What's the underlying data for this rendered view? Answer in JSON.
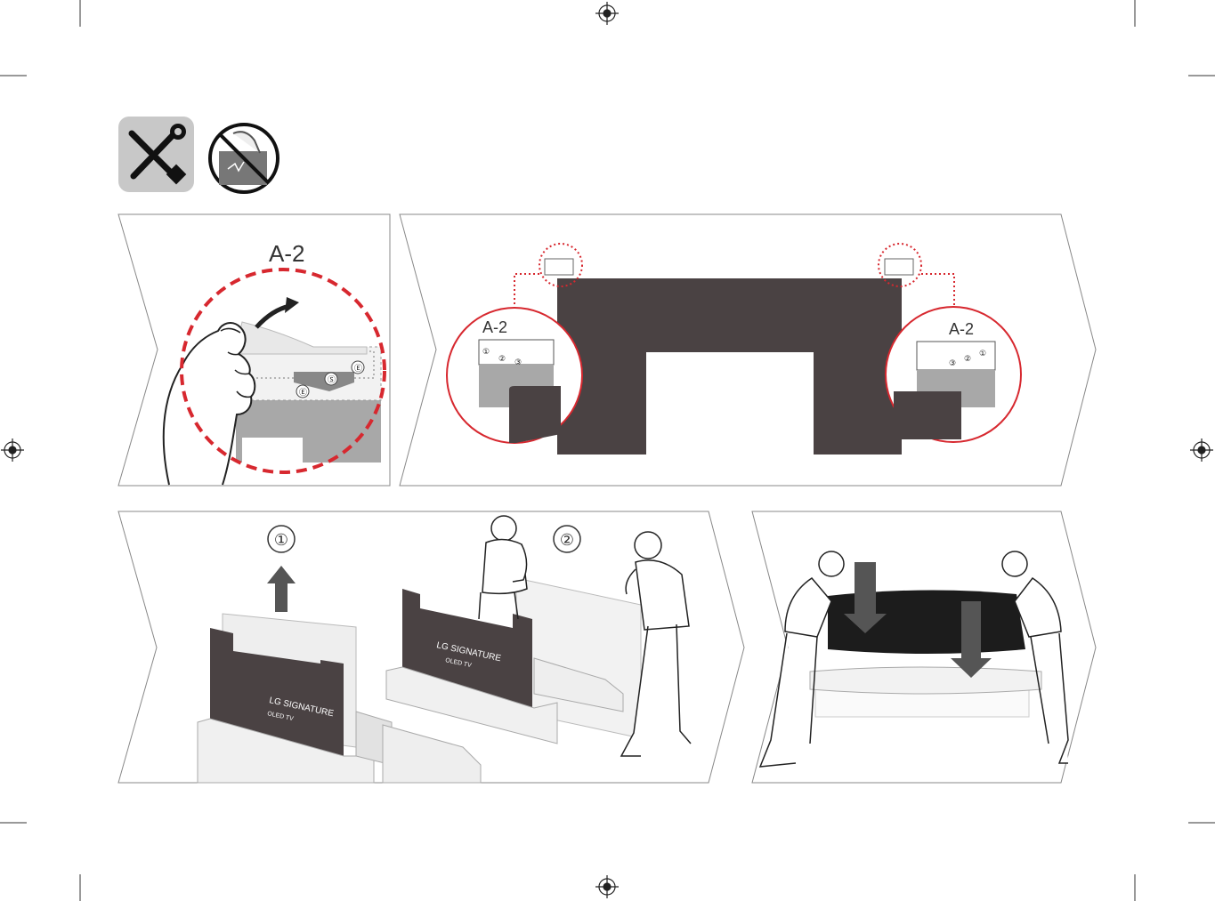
{
  "labels": {
    "callout_main": "A-2",
    "callout_left": "A-2",
    "callout_right": "A-2",
    "step_1": "①",
    "step_2": "②",
    "tape_left": {
      "n1": "①",
      "n2": "②",
      "n3": "③"
    },
    "tape_right": {
      "n1": "①",
      "n2": "②",
      "n3": "③"
    },
    "tape_letters": {
      "a": "Ⓔ",
      "b": "Ⓢ",
      "c": "Ⓔ"
    }
  },
  "brand": {
    "tv1_line1": "LG SIGNATURE",
    "tv1_line2": "OLED TV",
    "tv2_line1": "LG SIGNATURE",
    "tv2_line2": "OLED TV"
  },
  "icons": {
    "tools": "wrench-screwdriver-icon",
    "no_touch": "no-touch-screen-icon",
    "registration": "crosshair-registration-icon"
  },
  "colors": {
    "tv_panel": "#4a4243",
    "accent_red": "#d7282f",
    "tape_gray": "#a8a8a8",
    "line": "#555555"
  }
}
